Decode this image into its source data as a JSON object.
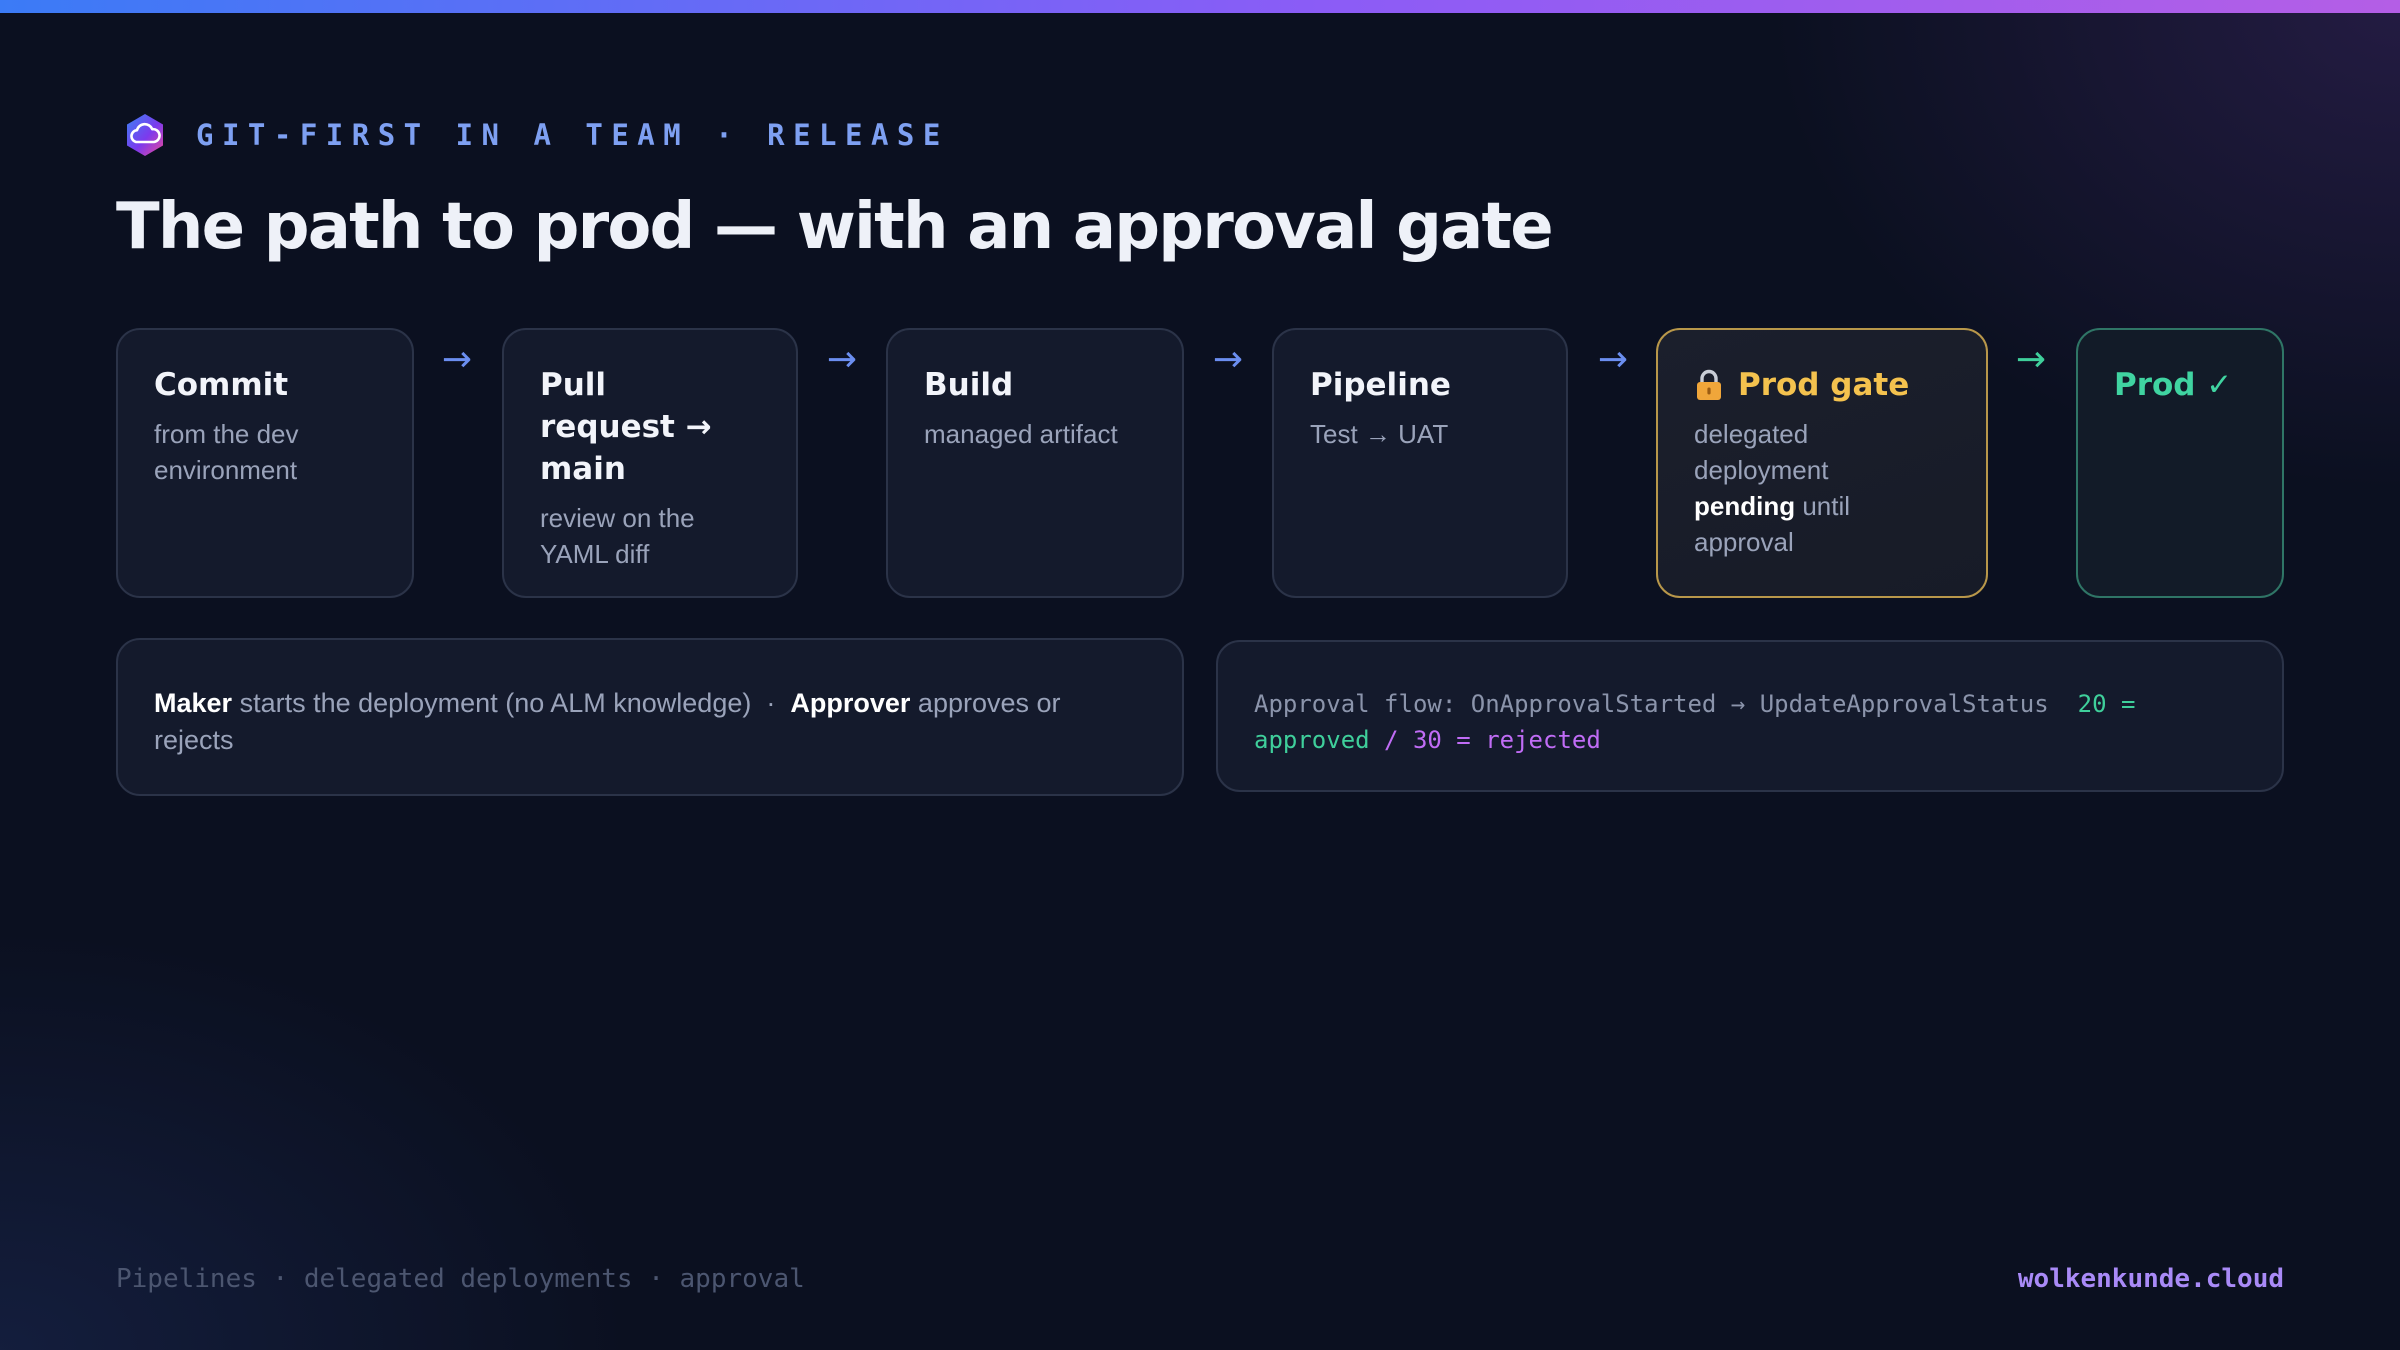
{
  "header": {
    "eyebrow": "GIT-FIRST IN A TEAM · RELEASE",
    "title": "The path to prod — with an approval gate",
    "logo_icon": "cloud-logo-icon"
  },
  "steps": [
    {
      "title": "Commit",
      "subtitle": "from the dev environment"
    },
    {
      "title": "Pull request → main",
      "subtitle": "review on the YAML diff"
    },
    {
      "title": "Build",
      "subtitle": "managed artifact"
    },
    {
      "title": "Pipeline",
      "subtitle": "Test → UAT"
    },
    {
      "title": "Prod gate",
      "icon": "lock-icon",
      "subtitle_pre": "delegated deployment",
      "subtitle_bold": "pending",
      "subtitle_post": "until approval"
    },
    {
      "title": "Prod ✓"
    }
  ],
  "arrow_glyph": "→",
  "roles": {
    "maker": "Maker",
    "maker_text": "starts the deployment (no ALM knowledge)",
    "separator": "·",
    "approver": "Approver",
    "approver_text": "approves or rejects"
  },
  "approval_flow": {
    "prefix": "Approval flow: OnApprovalStarted → UpdateApprovalStatus",
    "approved": "20 = approved",
    "slash": "/",
    "rejected": "30 = rejected"
  },
  "footer": {
    "left": "Pipelines · delegated deployments · approval",
    "right": "wolkenkunde.cloud"
  },
  "colors": {
    "accent_blue": "#3b7bf6",
    "accent_violet": "#8b5cf6",
    "gate_amber": "#f4c24e",
    "prod_green": "#3fcf9b",
    "rejected_violet": "#c06cf5",
    "background": "#0b1020"
  }
}
